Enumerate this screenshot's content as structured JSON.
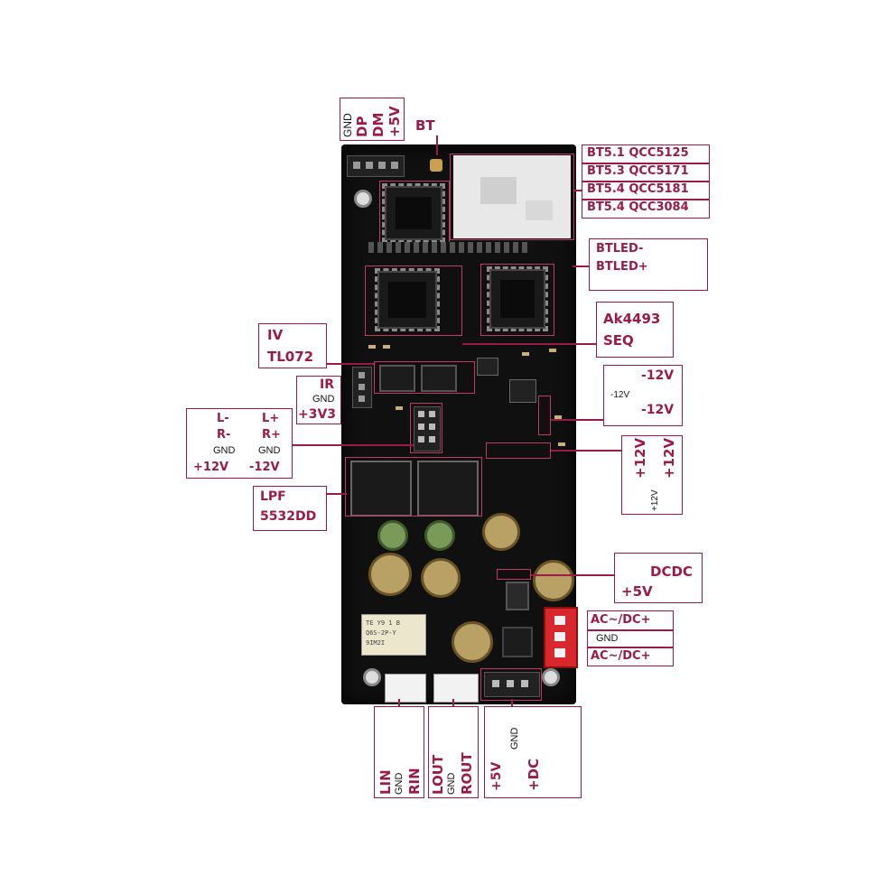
{
  "labels": {
    "usb_gnd": "GND",
    "usb_dp": "DP",
    "usb_dm": "DM",
    "usb_5v": "+5V",
    "bt": "BT",
    "bt_modules": [
      "BT5.1 QCC5125",
      "BT5.3 QCC5171",
      "BT5.4 QCC5181",
      "BT5.4 QCC3084"
    ],
    "btled_minus": "BTLED-",
    "btled_plus": "BTLED+",
    "ak4493": "Ak4493",
    "seq": "SEQ",
    "iv": "IV",
    "tl072": "TL072",
    "ir": "IR",
    "ir_gnd": "GND",
    "ir_3v3": "+3V3",
    "neg12_a": "-12V",
    "neg12_small": "-12V",
    "neg12_b": "-12V",
    "l_minus": "L-",
    "l_plus": "L+",
    "r_minus": "R-",
    "r_plus": "R+",
    "hdr_gnd_left": "GND",
    "hdr_gnd_right": "GND",
    "hdr_p12": "+12V",
    "hdr_n12": "-12V",
    "p12_a": "+12V",
    "p12_b": "+12V",
    "p12_small": "+12V",
    "lpf": "LPF",
    "lpf_opamp": "5532DD",
    "dcdc": "DCDC",
    "dcdc_5v": "+5V",
    "ac_dc_top": "AC~/DC+",
    "ac_gnd": "GND",
    "ac_dc_bottom": "AC~/DC+",
    "lin": "LIN",
    "lin_gnd": "GND",
    "rin": "RIN",
    "lout": "LOUT",
    "lout_gnd": "GND",
    "rout": "ROUT",
    "pwr_5v": "+5V",
    "pwr_gnd": "GND",
    "pwr_dc": "+DC"
  },
  "relay_text": [
    "TE Y9 1 B",
    "Q6S-2P-Y",
    "9IM2I"
  ],
  "colors": {
    "annotation": "#9b1b46",
    "board": "#101010",
    "highlight": "#c23a5f"
  }
}
